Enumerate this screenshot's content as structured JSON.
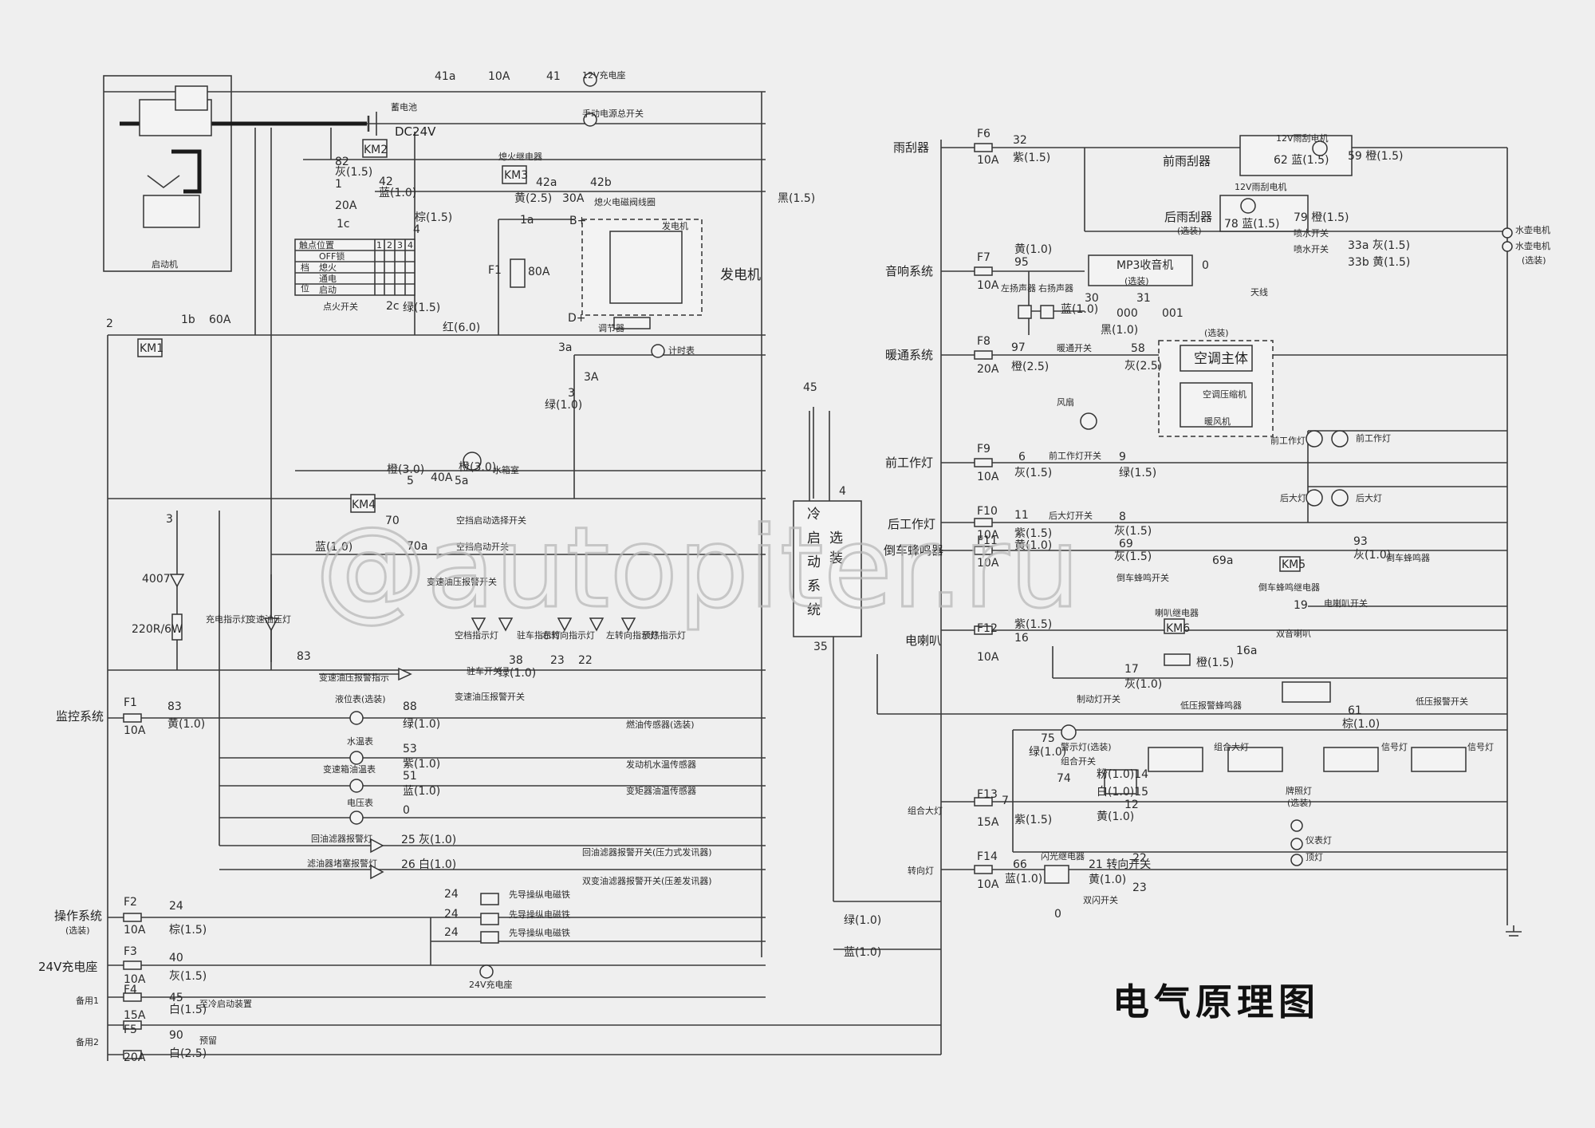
{
  "title": "电气原理图",
  "watermark": "@autopiter.ru",
  "colors": {
    "background": "#efefef",
    "line": "#3a3a3a",
    "watermark": "#b9b9b9"
  },
  "left": {
    "starter": "启动机",
    "battery": "蓄电池",
    "battery_voltage": "DC24V",
    "relays": {
      "km1": "KM1",
      "km2": "KM2",
      "km3": "KM3",
      "km4": "KM4"
    },
    "wire_41a": "41a",
    "fuse_10a": "10A",
    "wire_41": "41",
    "socket_12v": "12V充电座",
    "manual_switch": "手动电源总开关",
    "ignition_relay": "熄火继电器",
    "wire_82": "82",
    "gray15": "灰(1.5)",
    "wire_42": "42",
    "blue10": "蓝(1.0)",
    "wire_1": "1",
    "fuse_20a": "20A",
    "wire_1c": "1c",
    "wire_42a": "42a",
    "yellow25": "黄(2.5)",
    "fuse_30a": "30A",
    "wire_42b": "42b",
    "solenoid": "熄火电磁阀线圈",
    "black15": "黑(1.5)",
    "wire_1a": "1a",
    "bplus": "B+",
    "generator_in": "发电机",
    "generator": "发电机",
    "f1": "F1",
    "fuse_80a": "80A",
    "regulator": "调节器",
    "dplus": "D+",
    "brown15": "棕(1.5)",
    "wire_4": "4",
    "ign_table": {
      "header": [
        "触点位置",
        "1",
        "2",
        "3",
        "4"
      ],
      "rows": [
        "OFF锁",
        "熄火",
        "通电",
        "启动"
      ],
      "side": [
        "档",
        "位"
      ]
    },
    "ign_switch": "点火开关",
    "wire_2c": "2c",
    "green15": "绿(1.5)",
    "red60": "红(6.0)",
    "wire_2": "2",
    "wire_1b": "1b",
    "fuse_60a": "60A",
    "wire_3a": "3a",
    "fuse_3a": "3A",
    "wire_3": "3",
    "green10": "绿(1.0)",
    "hourmeter": "计时表",
    "wire_45": "45",
    "orange30": "橙(3.0)",
    "wire_5": "5",
    "fuse_40a": "40A",
    "wire_5a": "5a",
    "water_chamber": "水箱室",
    "wire_4b": "4",
    "cold_start": [
      "冷",
      "启",
      "动",
      "系",
      "统"
    ],
    "cold_opt": [
      "选",
      "装"
    ],
    "wire_70": "70",
    "ac_select": "空挡启动选择开关",
    "ac_start": "空挡启动开关",
    "wire_70a": "70a",
    "blue10b": "蓝(1.0)",
    "diode": "4007",
    "res": "220R/6W",
    "wire_3b": "3",
    "charge_lamp": "充电指示灯",
    "trans_lamp": "变速油压灯",
    "trans_alarm": "变速油压报警开关",
    "neutral_lamp": "空档指示灯",
    "park_lamp": "驻车指示灯",
    "right_turn": "右转向指示灯",
    "left_turn": "左转向指示灯",
    "preheat_lamp": "预热指示灯",
    "park_switch": "驻车开关",
    "wire_38": "38",
    "green10b": "绿(1.0)",
    "wire_23": "23",
    "wire_22": "22",
    "wire_83": "83",
    "wire_35": "35",
    "trans_warn": "变速油压报警指示",
    "level_opt": "液位表(选装)",
    "trans_oil_sw": "变速油压报警开关"
  },
  "monitor": {
    "label": "监控系统",
    "fuse": "F1",
    "amp": "10A",
    "rows": [
      {
        "wire": "83",
        "color": "黄(1.0)",
        "gauge": "液位表(选装)"
      },
      {
        "wire": "88",
        "color": "绿(1.0)",
        "sensor": "燃油传感器(选装)"
      },
      {
        "wire": "53",
        "color": "紫(1.0)",
        "gauge": "水温表",
        "sensor": "发动机水温传感器"
      },
      {
        "wire": "51",
        "color": "蓝(1.0)",
        "gauge": "变速箱油温表",
        "sensor": "变矩器油温传感器"
      },
      {
        "wire": "0",
        "gauge": "电压表"
      },
      {
        "wire": "25",
        "color": "灰(1.0)",
        "lamp": "回油滤器报警灯",
        "sensor": "回油滤器报警开关(压力式发讯器)"
      },
      {
        "wire": "26",
        "color": "白(1.0)",
        "lamp": "滤油器堵塞报警灯",
        "sensor": "双变油滤器报警开关(压差发讯器)"
      }
    ]
  },
  "operate": {
    "label": "操作系统",
    "opt": "(选装)",
    "fuse": "F2",
    "amp": "10A",
    "wire": "24",
    "color": "棕(1.5)",
    "valve": "先导操纵电磁铁"
  },
  "socket24": {
    "label": "24V充电座",
    "fuse": "F3",
    "amp": "10A",
    "wire": "40",
    "color": "灰(1.5)",
    "socket": "24V充电座"
  },
  "spare1": {
    "label": "备用1",
    "fuse": "F4",
    "amp": "15A",
    "wire": "45",
    "color": "白(1.5)",
    "note": "至冷启动装置"
  },
  "spare2": {
    "label": "备用2",
    "fuse": "F5",
    "amp": "20A",
    "wire": "90",
    "color": "白(2.5)",
    "note": "预留"
  },
  "right": {
    "wiper": {
      "label": "雨刮器",
      "fuse": "F6",
      "amp": "10A",
      "wire": "32",
      "color": "紫(1.5)",
      "front": "前雨刮器",
      "rear": "后雨刮器",
      "rear_opt": "(选装)",
      "w62": "62 蓝(1.5)",
      "w59": "59 橙(1.5)",
      "w78": "78 蓝(1.5)",
      "w79": "79 橙(1.5)",
      "spray1": "喷水开关",
      "spray2": "喷水开关",
      "w33a": "33a 灰(1.5)",
      "w33b": "33b 黄(1.5)",
      "pump": "水壶电机",
      "pump2": "水壶电机",
      "pump_opt": "(选装)",
      "motor_small": "12V雨刮电机",
      "motor_small2": "12V雨刮电机"
    },
    "audio": {
      "label": "音响系统",
      "fuse": "F7",
      "amp": "10A",
      "wire": "95",
      "color": "黄(1.0)",
      "mp3": "MP3收音机",
      "mp3_opt": "(选装)",
      "left_spk": "左扬声器",
      "right_spk": "右扬声器",
      "w30": "30",
      "w31": "31",
      "w000": "000",
      "w001": "001",
      "w0": "0",
      "blue10": "蓝(1.0)",
      "black10": "黑(1.0)",
      "antenna": "天线"
    },
    "hvac": {
      "label": "暖通系统",
      "fuse": "F8",
      "amp": "20A",
      "wire": "97",
      "color": "橙(2.5)",
      "switch": "暖通开关",
      "w58": "58",
      "c58": "灰(2.5)",
      "fan": "风扇",
      "ac_opt": "(选装)",
      "ac_main": "空调主体",
      "compressor": "空调压缩机",
      "blower": "暖风机"
    },
    "front_work": {
      "label": "前工作灯",
      "fuse": "F9",
      "amp": "10A",
      "wire": "6",
      "color": "灰(1.5)",
      "switch": "前工作灯开关",
      "w9": "9",
      "c9": "绿(1.5)",
      "lamp1": "前工作灯",
      "lamp2": "前工作灯"
    },
    "rear_work": {
      "label": "后工作灯",
      "fuse": "F10",
      "amp": "10A",
      "wire": "11",
      "color": "紫(1.5)",
      "switch": "后大灯开关",
      "w8": "8",
      "c8": "灰(1.5)",
      "lamp1": "后大灯",
      "lamp2": "后大灯"
    },
    "reverse": {
      "label": "倒车蜂鸣器",
      "fuse": "F11",
      "amp": "10A",
      "wire": "69",
      "color": "黄(1.0)",
      "w69a": "69a",
      "km5": "KM5",
      "relay": "倒车蜂鸣继电器",
      "switch": "倒车蜂鸣开关",
      "w93": "93",
      "c93": "灰(1.0)",
      "buzzer": "倒车蜂鸣器",
      "w69": "69",
      "c69": "灰(1.5)"
    },
    "horn": {
      "label": "电喇叭",
      "fuse": "F12",
      "amp": "10A",
      "wire": "16",
      "color": "紫(1.5)",
      "relay": "喇叭继电器",
      "km6": "KM6",
      "w16a": "16a",
      "c16a": "橙(1.5)",
      "horns": "双音喇叭",
      "w19": "19",
      "horn_sw": "电喇叭开关",
      "w17": "17",
      "c17": "灰(1.0)",
      "brake_sw": "制动灯开关",
      "lowp_buzzer": "低压报警蜂鸣器",
      "w61": "61",
      "c61": "棕(1.0)",
      "lowp_sw": "低压报警开关"
    },
    "combo": {
      "label": "组合大灯",
      "fuse": "F13",
      "amp": "15A",
      "wire": "7",
      "color": "紫(1.5)",
      "w75": "75",
      "c75": "绿(1.0)",
      "warn_opt": "警示灯(选装)",
      "combo_sw": "组合开关",
      "w74": "74",
      "w14": "粉(1.0)14",
      "w15": "白(1.0)15",
      "w12": "12",
      "c12": "黄(1.0)",
      "head1": "组合大灯",
      "sig1": "信号灯",
      "sig2": "信号灯",
      "plate": "牌照灯",
      "plate_opt": "(选装)",
      "dash": "仪表灯",
      "top": "顶灯"
    },
    "turn": {
      "label": "转向灯",
      "fuse": "F14",
      "amp": "10A",
      "wire": "66",
      "color": "蓝(1.0)",
      "flasher": "闪光继电器",
      "w21": "21 转向开关",
      "c21": "黄(1.0)",
      "w22": "22",
      "w23": "23",
      "hazard": "双闪开关",
      "w0": "0"
    },
    "bottom": {
      "green10": "绿(1.0)",
      "blue10": "蓝(1.0)"
    }
  }
}
